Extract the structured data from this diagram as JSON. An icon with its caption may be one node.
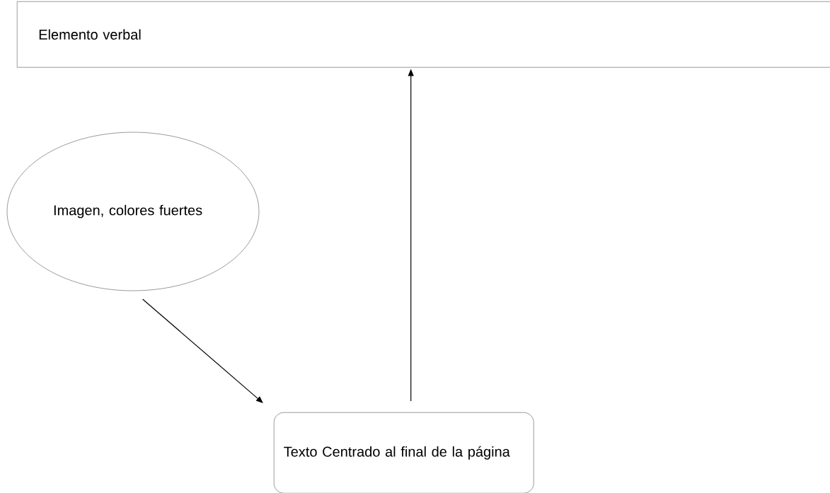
{
  "diagram": {
    "nodes": [
      {
        "text": [
          "Elemento verbal"
        ]
      },
      {
        "text": [
          "Imagen, colores fuertes"
        ]
      },
      {
        "text": [
          "Texto Centrado al final de la página"
        ]
      }
    ],
    "edges": [
      {
        "from": 1,
        "to": 2,
        "arrow": "to"
      },
      {
        "from": 2,
        "to": 0,
        "arrow": "to"
      }
    ]
  }
}
